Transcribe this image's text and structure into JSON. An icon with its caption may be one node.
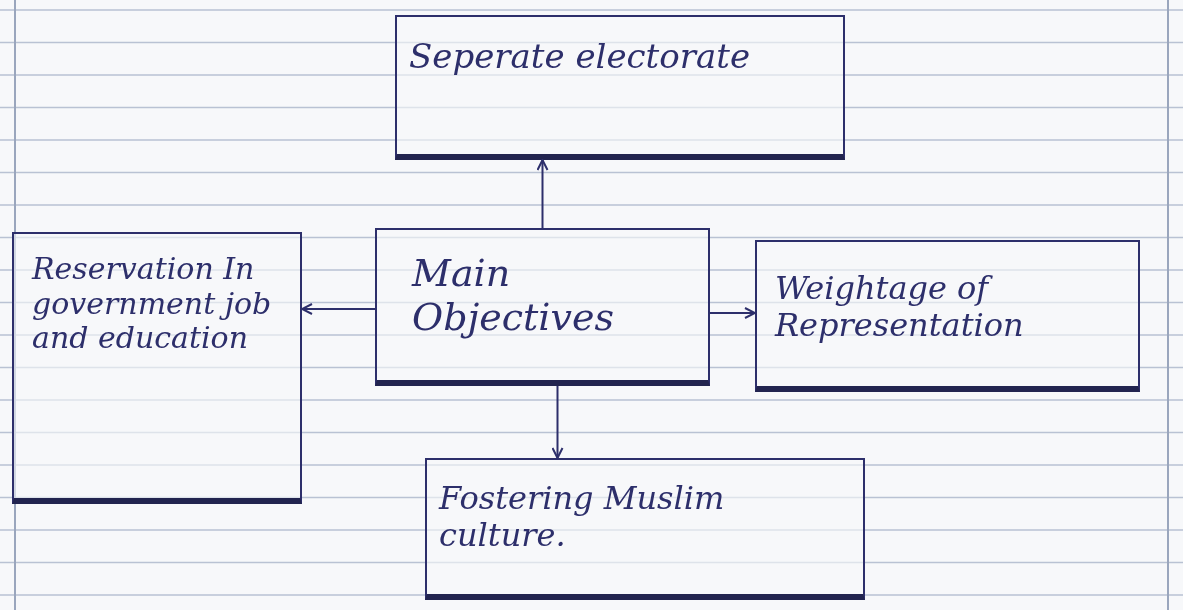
{
  "diagram": {
    "nodes": [
      {
        "text": [
          "Seperate electorate"
        ]
      },
      {
        "text": [
          "Main Objectives"
        ]
      },
      {
        "text": [
          "Reservation In government job and education"
        ]
      },
      {
        "text": [
          "Weightage of Representation"
        ]
      },
      {
        "text": [
          "Fostering Muslim culture."
        ]
      }
    ],
    "edges": [
      {
        "from": 1,
        "to": 0,
        "arrow": "to"
      },
      {
        "from": 1,
        "to": 2,
        "arrow": "to"
      },
      {
        "from": 1,
        "to": 3,
        "arrow": "to"
      },
      {
        "from": 1,
        "to": 4,
        "arrow": "to"
      }
    ]
  }
}
